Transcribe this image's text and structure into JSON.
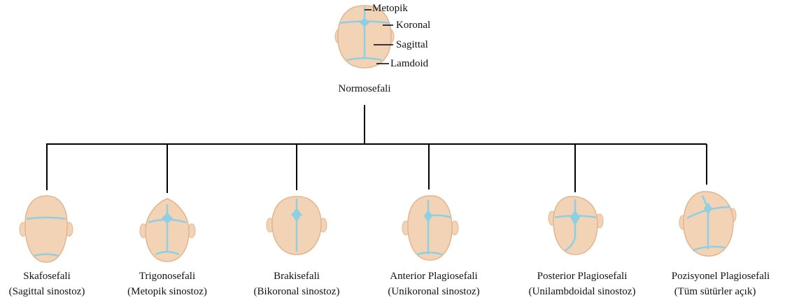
{
  "top": {
    "name": "Normosefali",
    "sutures": [
      "Metopik",
      "Koronal",
      "Sagittal",
      "Lamdoid"
    ]
  },
  "types": [
    {
      "name": "Skafosefali",
      "detail": "(Sagittal sinostoz)"
    },
    {
      "name": "Trigonosefali",
      "detail": "(Metopik sinostoz)"
    },
    {
      "name": "Brakisefali",
      "detail": "(Bikoronal sinostoz)"
    },
    {
      "name": "Anterior Plagiosefali",
      "detail": "(Unikoronal sinostoz)"
    },
    {
      "name": "Posterior Plagiosefali",
      "detail": "(Unilambdoidal sinostoz)"
    },
    {
      "name": "Pozisyonel Plagiosefali",
      "detail": "(Tüm sütürler açık)"
    }
  ],
  "colors": {
    "skull": "#f2d3b5",
    "skull_edge": "#e2b58f",
    "suture": "#8ecfe3",
    "line": "#000000"
  }
}
